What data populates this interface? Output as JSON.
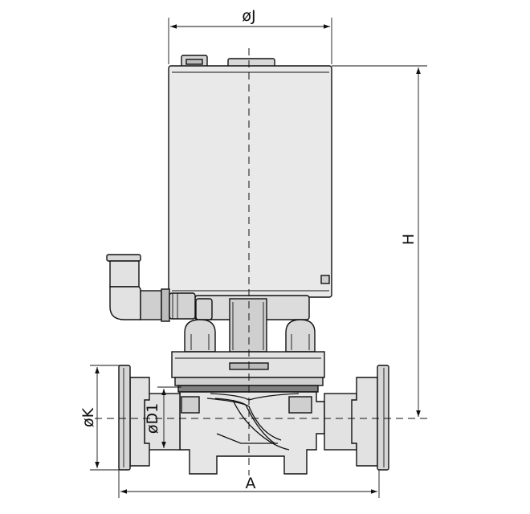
{
  "colors": {
    "line": "#111111",
    "body_fill": "#e6e6e6",
    "dark_fill": "#8a8a8a",
    "background": "#ffffff"
  },
  "dimensions": {
    "j": "øJ",
    "h": "H",
    "k": "øK",
    "d1": "øD1",
    "a": "A"
  }
}
